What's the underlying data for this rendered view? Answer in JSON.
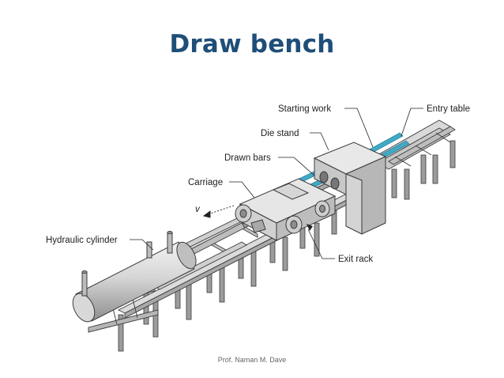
{
  "slide": {
    "title": "Draw bench",
    "footer": "Prof. Naman M. Dave"
  },
  "diagram": {
    "labels": {
      "starting_work": "Starting work",
      "entry_table": "Entry table",
      "die_stand": "Die stand",
      "drawn_bars": "Drawn bars",
      "carriage": "Carriage",
      "velocity": "v",
      "hydraulic_cylinder": "Hydraulic cylinder",
      "exit_rack": "Exit rack"
    },
    "colors": {
      "metal_light": "#e4e4e4",
      "metal_mid": "#c8c8c8",
      "metal_dark": "#9c9c9c",
      "outline": "#3a3a3a",
      "bar_color": "#3fa9c6",
      "title_color": "#1f4e79"
    }
  }
}
